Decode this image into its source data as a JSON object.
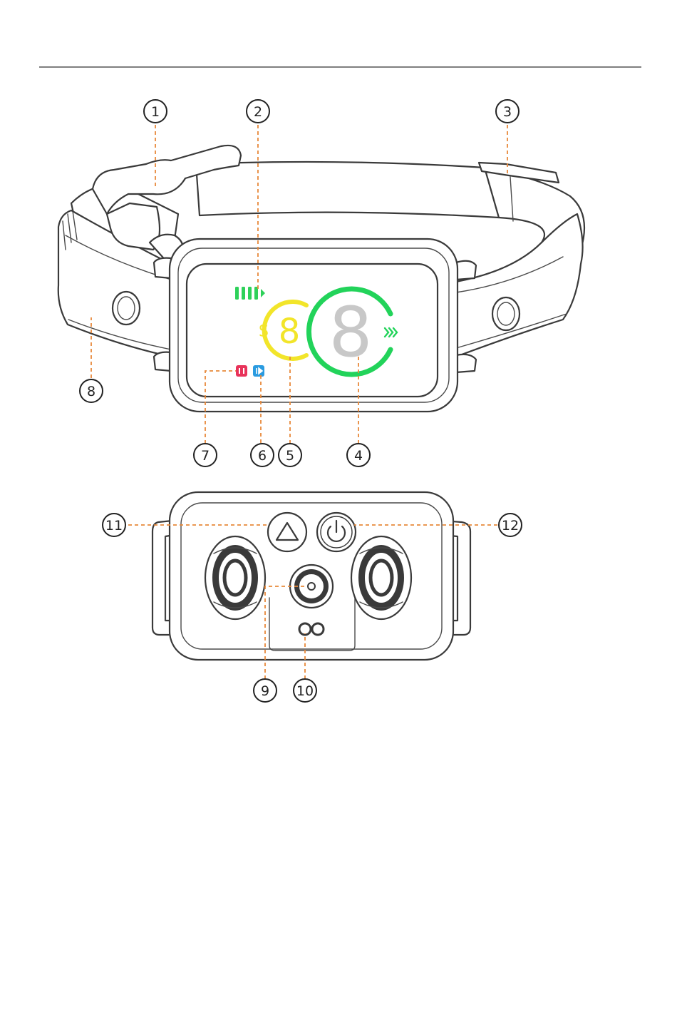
{
  "colors": {
    "leader": "#e8893a",
    "battery": "#2ed15a",
    "ring_yellow": "#f2e52a",
    "ring_green": "#22d35a",
    "segment_gray": "#c8c8c8",
    "mode_red": "#e8335a",
    "mode_blue": "#2a9be0",
    "outline": "#3a3a3a"
  },
  "display": {
    "level_prefix": "S",
    "level_digit": "8",
    "big_digit": "8",
    "sound_icon": "sound-wave-icon"
  },
  "callouts": [
    {
      "id": "1",
      "label": "①"
    },
    {
      "id": "2",
      "label": "②"
    },
    {
      "id": "3",
      "label": "③"
    },
    {
      "id": "4",
      "label": "④"
    },
    {
      "id": "5",
      "label": "⑤"
    },
    {
      "id": "6",
      "label": "⑥"
    },
    {
      "id": "7",
      "label": "⑦"
    },
    {
      "id": "8",
      "label": "⑧"
    },
    {
      "id": "9",
      "label": "⑨"
    },
    {
      "id": "10",
      "label": "⑩"
    },
    {
      "id": "11",
      "label": "⑪"
    },
    {
      "id": "12",
      "label": "⑫"
    }
  ],
  "icons": {
    "triangle_button": "triangle-button-icon",
    "power_button": "power-icon",
    "sensor": "sensor-icon",
    "infinity": "infinity-icon"
  }
}
